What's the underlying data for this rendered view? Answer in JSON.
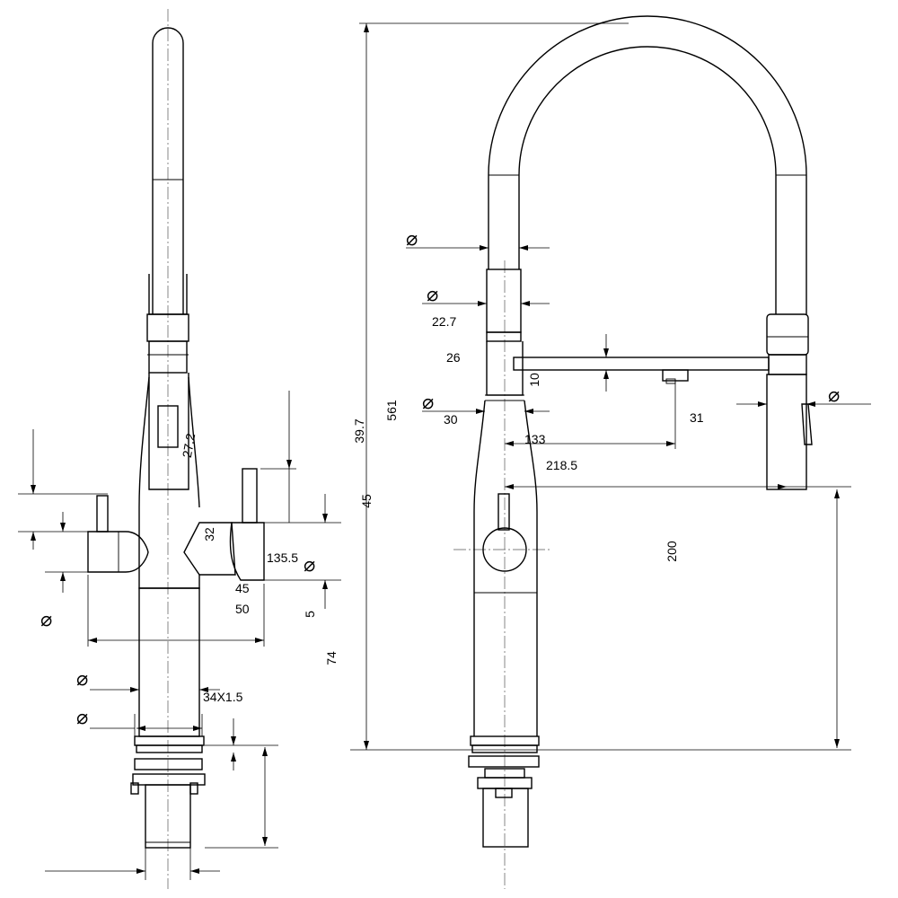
{
  "dimensions": {
    "d_39_7": "39.7",
    "d_27_2": "27.2",
    "d_32": "32",
    "d_135_5": "135.5",
    "d_45_small": "45",
    "d_50": "50",
    "d_5": "5",
    "d_74": "74",
    "d_34x1_5": "34X1.5",
    "d_561": "561",
    "d_45_large": "45",
    "d_22_7": "22.7",
    "d_26": "26",
    "d_30": "30",
    "d_10": "10",
    "d_31": "31",
    "d_133": "133",
    "d_218_5": "218.5",
    "d_200": "200"
  },
  "symbols": {
    "diameter": "⌀"
  }
}
